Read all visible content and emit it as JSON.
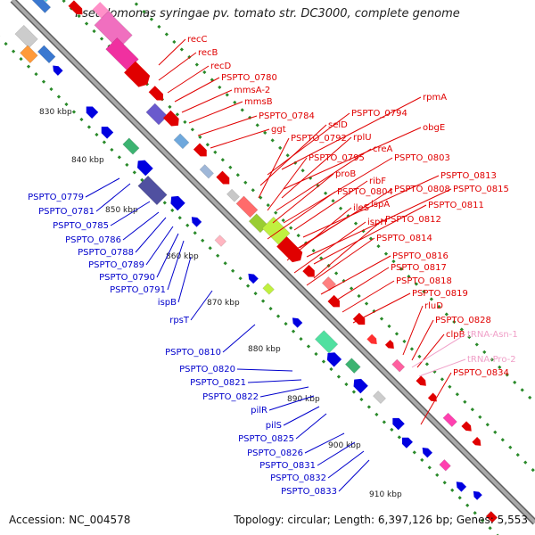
{
  "title": "Pseudomonas syringae pv. tomato str. DC3000, complete genome",
  "footer": {
    "accession": "Accession: NC_004578",
    "summary": "Topology: circular; Length: 6,397,126 bp; Genes: 5,553"
  },
  "colors": {
    "backbone": "#8c8c8c",
    "forward_label": "#e00000",
    "reverse_label": "#0000cc",
    "trna_label": "#f0a0c8",
    "tick_dots": "#2a8a2a"
  },
  "kbp_ticks": [
    "830 kbp",
    "840 kbp",
    "850 kbp",
    "860 kbp",
    "870 kbp",
    "880 kbp",
    "890 kbp",
    "900 kbp",
    "910 kbp"
  ],
  "forward_labels": [
    "recC",
    "recB",
    "recD",
    "PSPTO_0780",
    "mmsA-2",
    "mmsB",
    "PSPTO_0784",
    "ggt",
    "rpmA",
    "PSPTO_0794",
    "selD",
    "obgE",
    "PSPTO_0792",
    "rplU",
    "creA",
    "PSPTO_0795",
    "PSPTO_0803",
    "proB",
    "ribF",
    "PSPTO_0813",
    "PSPTO_0804",
    "PSPTO_0808",
    "PSPTO_0815",
    "lspA",
    "ileS",
    "PSPTO_0811",
    "ispH",
    "PSPTO_0812",
    "PSPTO_0814",
    "PSPTO_0816",
    "PSPTO_0817",
    "PSPTO_0818",
    "PSPTO_0819",
    "rluD",
    "PSPTO_0828",
    "clpB",
    "PSPTO_0834"
  ],
  "trna_labels": [
    "tRNA-Asn-1",
    "tRNA-Pro-2"
  ],
  "reverse_labels": [
    "PSPTO_0779",
    "PSPTO_0781",
    "PSPTO_0785",
    "PSPTO_0786",
    "PSPTO_0788",
    "PSPTO_0789",
    "PSPTO_0790",
    "PSPTO_0791",
    "ispB",
    "rpsT",
    "PSPTO_0810",
    "PSPTO_0820",
    "PSPTO_0821",
    "PSPTO_0822",
    "pilR",
    "pilS",
    "PSPTO_0825",
    "PSPTO_0826",
    "PSPTO_0831",
    "PSPTO_0832",
    "PSPTO_0833"
  ]
}
